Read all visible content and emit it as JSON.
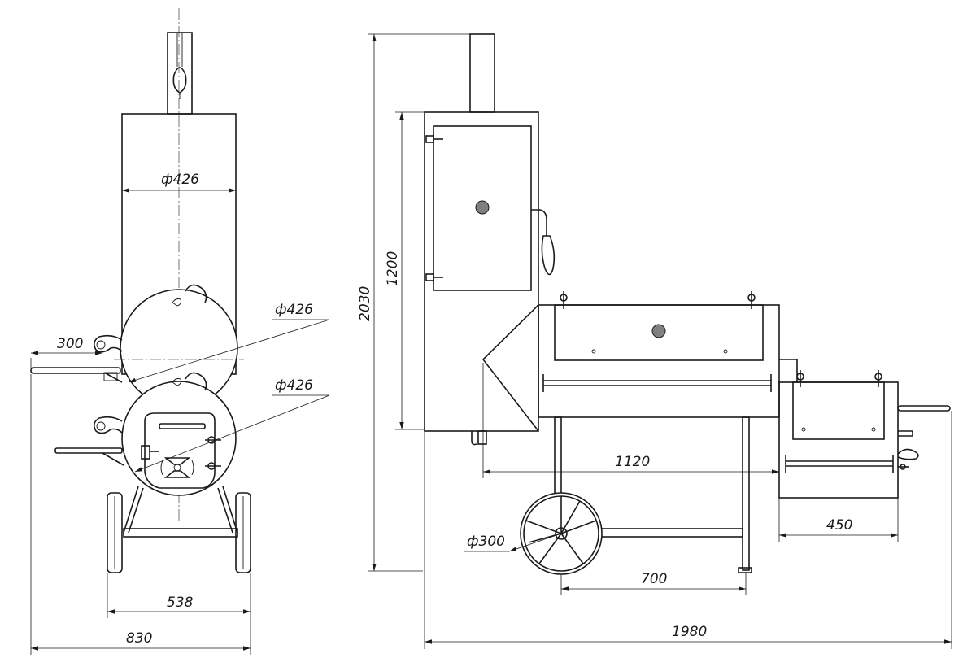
{
  "dimensions": {
    "chimney_diameter": "ф426",
    "chamber_diameter_upper": "ф426",
    "chamber_diameter_lower": "ф426",
    "shelf_width": "300",
    "wheel_track": "538",
    "total_width": "830",
    "total_height": "2030",
    "smokehouse_height": "1200",
    "chamber_length": "1120",
    "wheel_diameter": "ф300",
    "wheel_base": "700",
    "firebox_length": "450",
    "total_length": "1980"
  },
  "colors": {
    "line": "#1a1a1a",
    "thermometer": "#808080",
    "background": "#ffffff"
  },
  "icons": {
    "thermometer": "thermometer-icon",
    "handle": "handle-icon",
    "hinge": "hinge-icon"
  }
}
